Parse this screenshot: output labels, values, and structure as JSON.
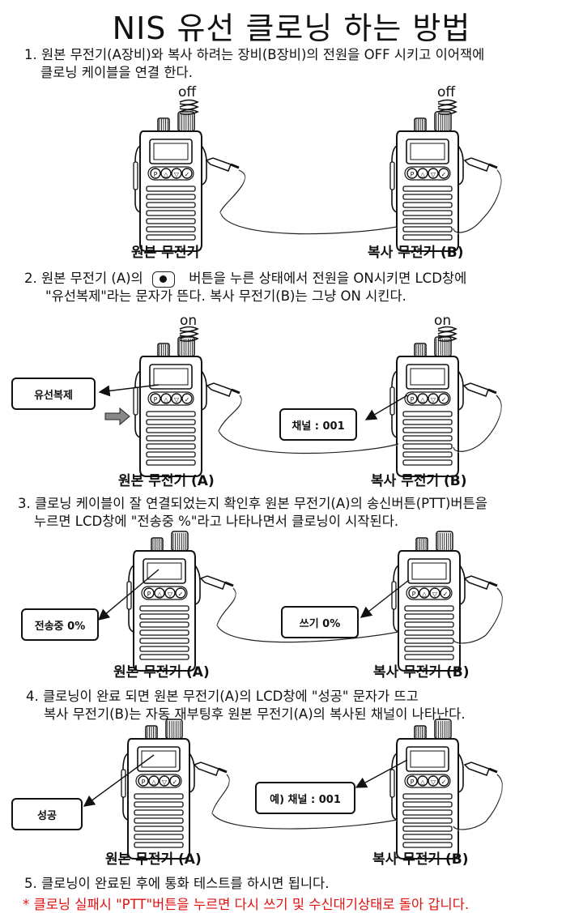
{
  "title": "NIS 유선 클로닝 하는 방법",
  "steps": [
    {
      "lines": [
        "1. 원본 무전기(A장비)와 복사 하려는 장비(B장비)의 전원을 OFF 시키고 이어잭에",
        "클로닝 케이블을 연결 한다."
      ]
    },
    {
      "pre": "2. 원본 무전기 (A)의",
      "post": "버튼을 누른 상태에서 전원을 ON시키면 LCD창에",
      "line2": "\"유선복제\"라는 문자가 뜬다. 복사 무전기(B)는 그냥 ON 시킨다."
    },
    {
      "lines": [
        "3. 클로닝 케이블이 잘 연결되었는지 확인후 원본 무전기(A)의 송신버튼(PTT)버튼을",
        "누르면 LCD창에 \"전송중 %\"라고 나타나면서 클로닝이 시작된다."
      ]
    },
    {
      "lines": [
        "4. 클로닝이 완료 되면 원본 무전기(A)의 LCD창에 \"성공\" 문자가 뜨고",
        "복사 무전기(B)는 자동 재부팅후 원본 무전기(A)의 복사된 채널이 나타난다."
      ]
    },
    {
      "lines": [
        "5. 클로닝이 완료된 후에 통화 테스트를 하시면 됩니다."
      ]
    }
  ],
  "note": "* 클로닝 실패시 \"PTT\"버튼을 누르면 다시 쓰기 및 수신대기상태로 돌아 갑니다.",
  "diagrams": [
    {
      "power_a": "off",
      "power_b": "off",
      "label_a": "원본 무전기",
      "label_b": "복사 무전기 (B)",
      "display_a": "",
      "display_b": ""
    },
    {
      "power_a": "on",
      "power_b": "on",
      "label_a": "원본 무전기 (A)",
      "label_b": "복사 무전기 (B)",
      "display_a": "유선복제",
      "display_b": "채널 : 001"
    },
    {
      "power_a": "",
      "power_b": "",
      "label_a": "원본 무전기 (A)",
      "label_b": "복사 무전기 (B)",
      "display_a": "전송중 0%",
      "display_b": "쓰기 0%"
    },
    {
      "power_a": "",
      "power_b": "",
      "label_a": "원본 무전기 (A)",
      "label_b": "복사 무전기 (B)",
      "display_a": "성공",
      "display_b": "예) 채널 : 001"
    }
  ],
  "colors": {
    "text": "#111111",
    "note": "#e01010"
  }
}
